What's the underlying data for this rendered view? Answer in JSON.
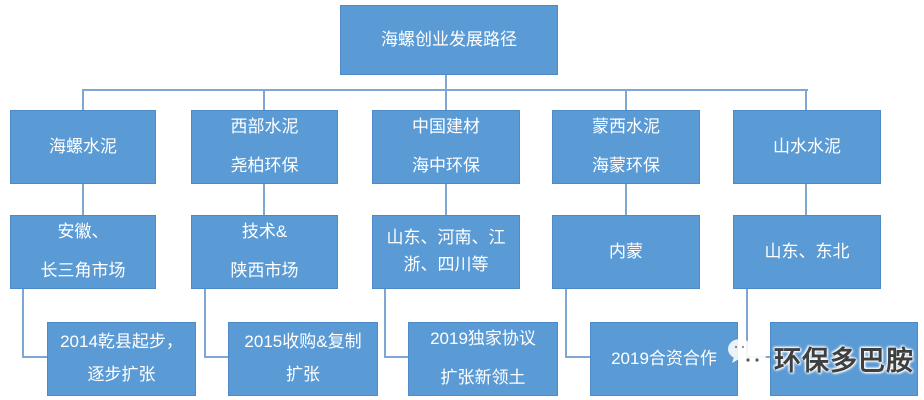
{
  "root": {
    "label": "海螺创业发展路径"
  },
  "columns": [
    {
      "company": [
        "海螺水泥"
      ],
      "market": [
        "安徽、",
        "长三角市场"
      ],
      "milestone": [
        "2014乾县起步，",
        "逐步扩张"
      ]
    },
    {
      "company": [
        "西部水泥",
        "尧柏环保"
      ],
      "market": [
        "技术&",
        "陕西市场"
      ],
      "milestone": [
        "2015收购&复制",
        "扩张"
      ]
    },
    {
      "company": [
        "中国建材",
        "海中环保"
      ],
      "market": [
        "山东、河南、江",
        "浙、四川等"
      ],
      "milestone": [
        "2019独家协议",
        "扩张新领土"
      ]
    },
    {
      "company": [
        "蒙西水泥",
        "海蒙环保"
      ],
      "market": [
        "内蒙"
      ],
      "milestone": [
        "2019合资合作"
      ]
    },
    {
      "company": [
        "山水水泥"
      ],
      "market": [
        "山东、东北"
      ],
      "milestone": []
    }
  ],
  "watermark": {
    "label": "环保多巴胺",
    "icon": "wechat-chat-bubbles"
  },
  "colors": {
    "box_fill": "#5B9BD5",
    "box_border": "#4E8AC8",
    "box_text": "#FFFFFF",
    "connector": "#7FA7D5",
    "watermark_text": "#3F3F3F"
  }
}
